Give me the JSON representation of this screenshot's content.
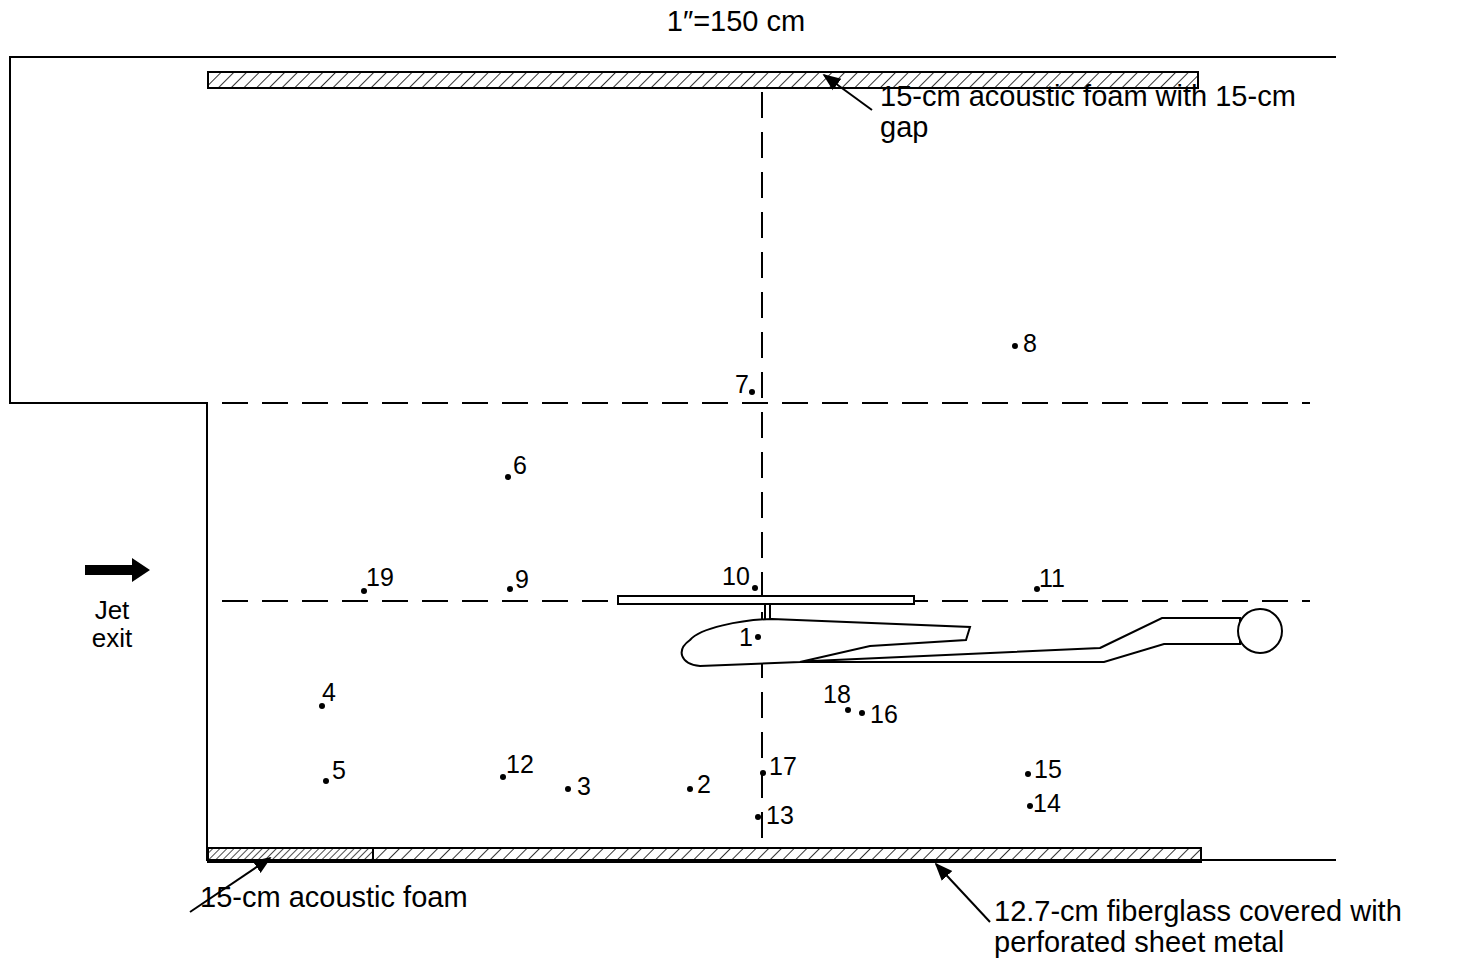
{
  "diagram": {
    "labels": [
      "1″=150 cm",
      "15-cm acoustic foam with 15-cm gap",
      "15-cm acoustic foam",
      "12.7-cm fiberglass covered with perforated sheet metal",
      "Jet exit",
      "1",
      "2",
      "3",
      "4",
      "5",
      "6",
      "7",
      "8",
      "9",
      "10",
      "11",
      "12",
      "13",
      "14",
      "15",
      "16",
      "17",
      "18",
      "19"
    ]
  }
}
